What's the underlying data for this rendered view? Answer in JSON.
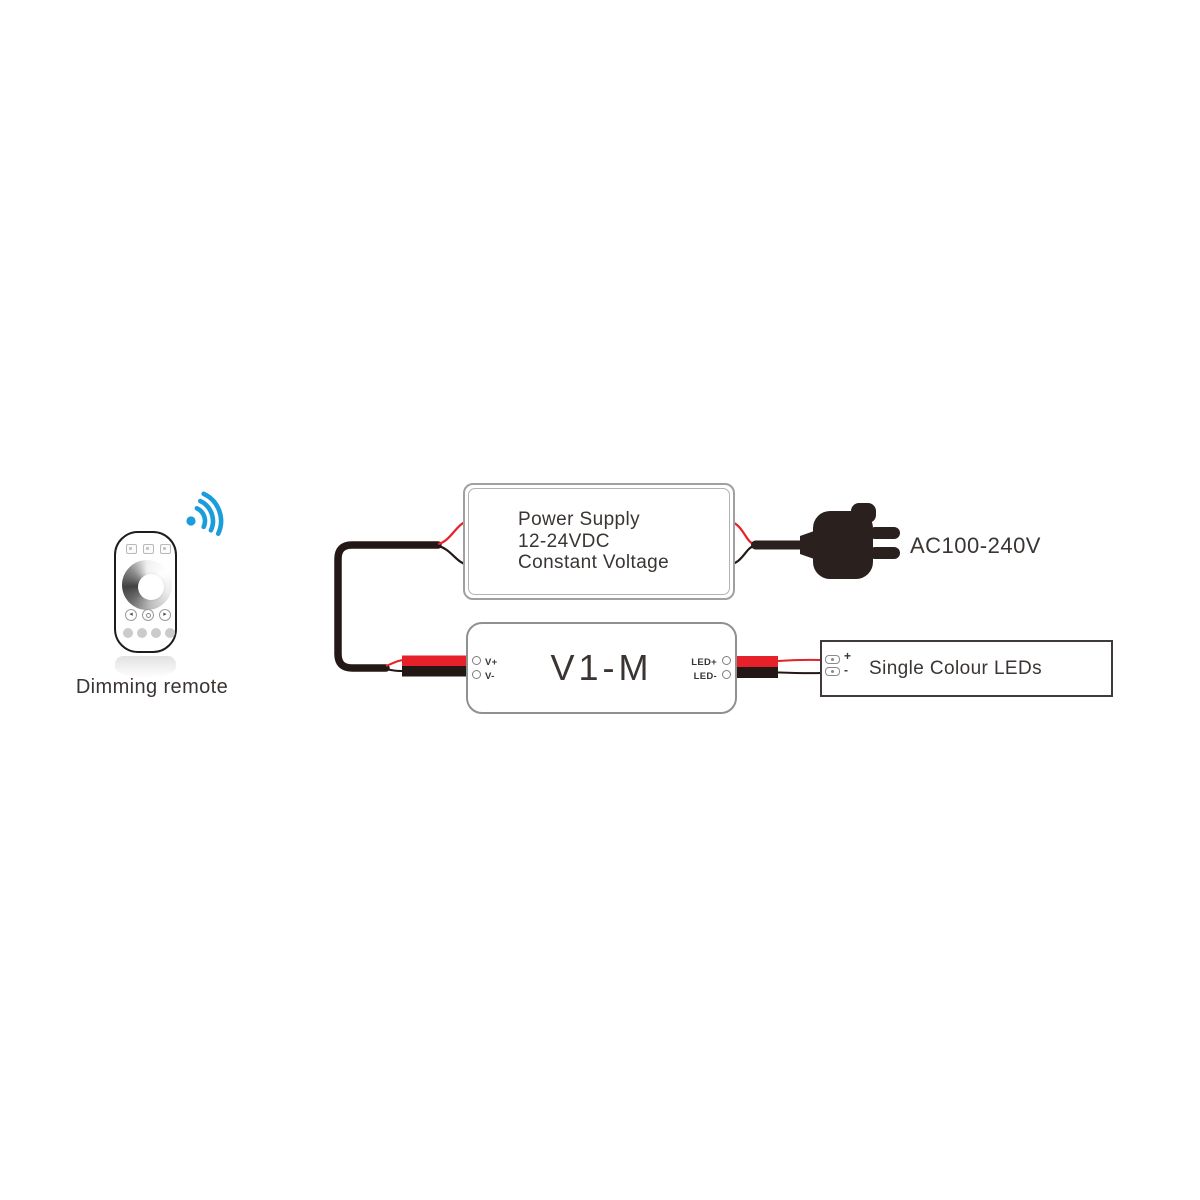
{
  "diagram": {
    "remote": {
      "label": "Dimming remote",
      "wifi_icon": "wifi-signal-icon"
    },
    "power_supply": {
      "line1": "Power Supply",
      "line2": "12-24VDC",
      "line3": "Constant Voltage"
    },
    "mains": {
      "label": "AC100-240V"
    },
    "controller": {
      "title": "V1-M",
      "input_terminals": {
        "plus": "V+",
        "minus": "V-"
      },
      "output_terminals": {
        "plus": "LED+",
        "minus": "LED-"
      }
    },
    "led_strip": {
      "label": "Single Colour LEDs",
      "plus": "+",
      "minus": "-"
    },
    "colors": {
      "wire_red": "#e62129",
      "wire_black": "#231815",
      "plug_black": "#2a211e",
      "wifi_blue": "#1b9ddd",
      "box_border_gray": "#9fa0a0",
      "text_dark": "#3a3532"
    }
  }
}
